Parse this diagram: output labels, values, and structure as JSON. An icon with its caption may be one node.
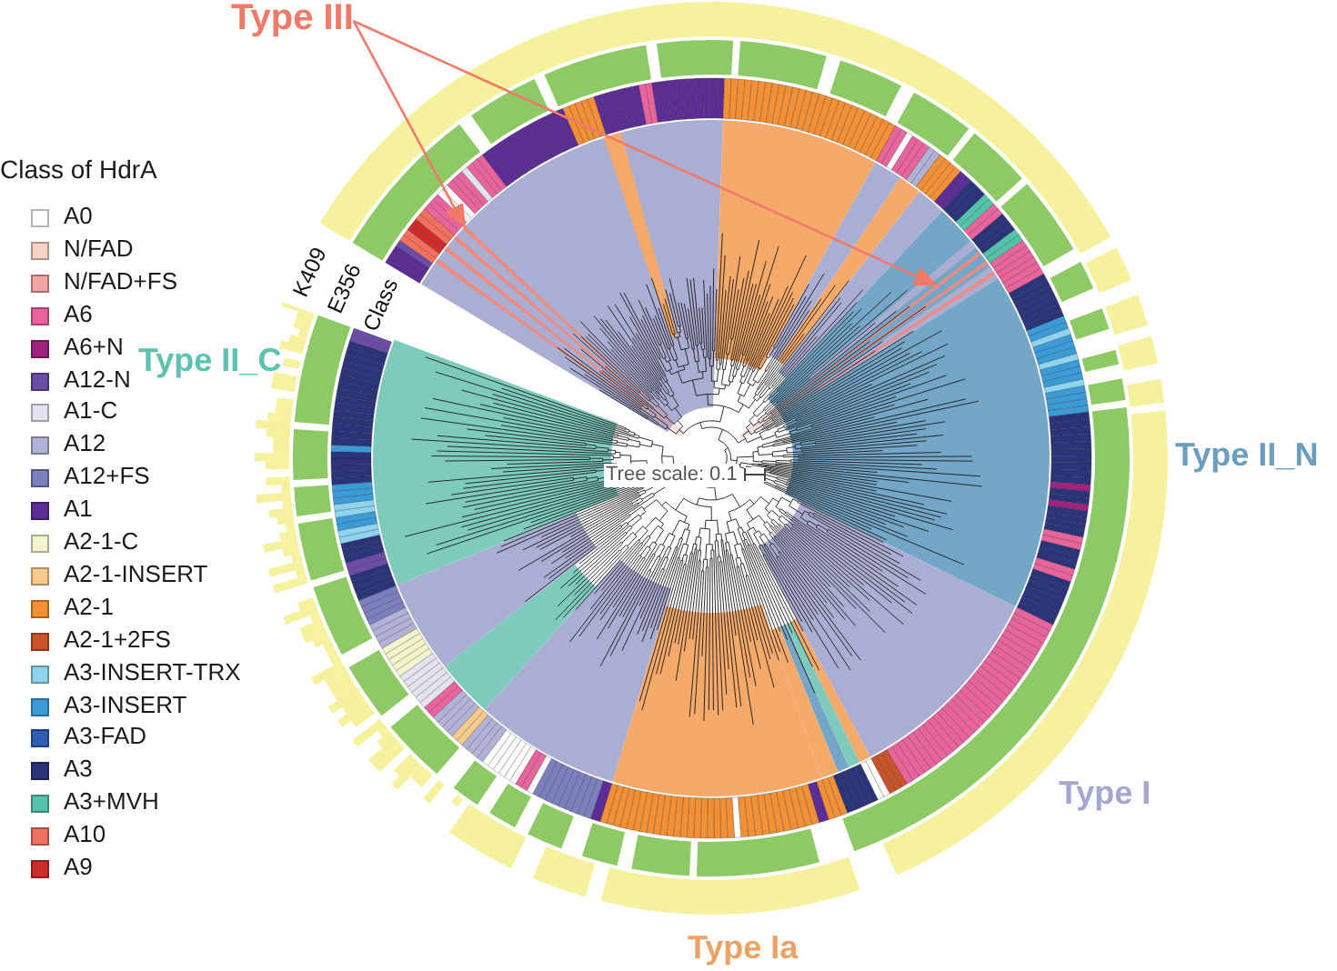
{
  "diagram": {
    "nodes": [
      {
        "text": [
          "Type III"
        ]
      },
      {
        "text": [],
        "shape": "wedge"
      },
      {
        "text": [],
        "shape": "wedge"
      }
    ],
    "edges": [
      {
        "from": 0,
        "to": 1,
        "arrow": "to"
      },
      {
        "from": 0,
        "to": 2,
        "arrow": "to"
      }
    ],
    "labels": [
      "Class of HdrA",
      "K409",
      "E356",
      "Class",
      "Type II_C",
      "Type II_N",
      "Tree scale: 0.1",
      "Type I",
      "Type Ia"
    ],
    "legend": [
      {
        "text": "A0",
        "color": "#ffffff"
      },
      {
        "text": "N/FAD",
        "color": "#f6d3c4"
      },
      {
        "text": "N/FAD+FS",
        "color": "#f3a3a0"
      },
      {
        "text": "A6",
        "color": "#e9639c"
      },
      {
        "text": "A6+N",
        "color": "#a1237f"
      },
      {
        "text": "A12-N",
        "color": "#6b4ca6"
      },
      {
        "text": "A1-C",
        "color": "#e3e3ef"
      },
      {
        "text": "A12",
        "color": "#b0b2d6"
      },
      {
        "text": "A12+FS",
        "color": "#7b7fbe"
      },
      {
        "text": "A1",
        "color": "#5b2d95"
      },
      {
        "text": "A2-1-C",
        "color": "#f4f4cc"
      },
      {
        "text": "A2-1-INSERT",
        "color": "#f8ca8c"
      },
      {
        "text": "A2-1",
        "color": "#f39035"
      },
      {
        "text": "A2-1+2FS",
        "color": "#c9542c"
      },
      {
        "text": "A3-INSERT-TRX",
        "color": "#8fd3ee"
      },
      {
        "text": "A3-INSERT",
        "color": "#3b9bd7"
      },
      {
        "text": "A3-FAD",
        "color": "#2c5eb1"
      },
      {
        "text": "A3",
        "color": "#2b3379"
      },
      {
        "text": "A3+MVH",
        "color": "#53c2aa"
      },
      {
        "text": "A10",
        "color": "#f2705e"
      },
      {
        "text": "A9",
        "color": "#d12a2a"
      }
    ]
  }
}
